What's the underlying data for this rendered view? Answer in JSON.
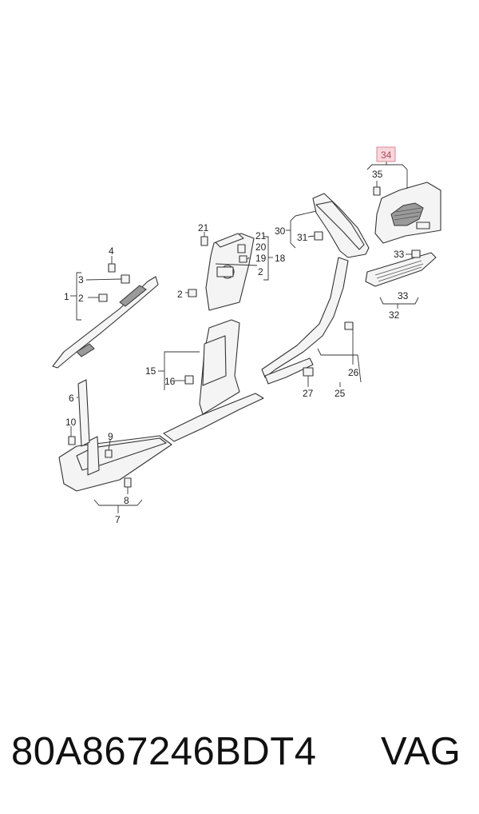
{
  "diagram": {
    "callouts": [
      "1",
      "2",
      "2",
      "2",
      "3",
      "4",
      "6",
      "7",
      "8",
      "9",
      "10",
      "15",
      "16",
      "18",
      "19",
      "20",
      "21",
      "21",
      "25",
      "26",
      "27",
      "30",
      "31",
      "32",
      "33",
      "33",
      "34",
      "35"
    ],
    "highlighted_callout": "34"
  },
  "footer": {
    "part_number": "80A867246BDT4",
    "brand": "VAG"
  }
}
